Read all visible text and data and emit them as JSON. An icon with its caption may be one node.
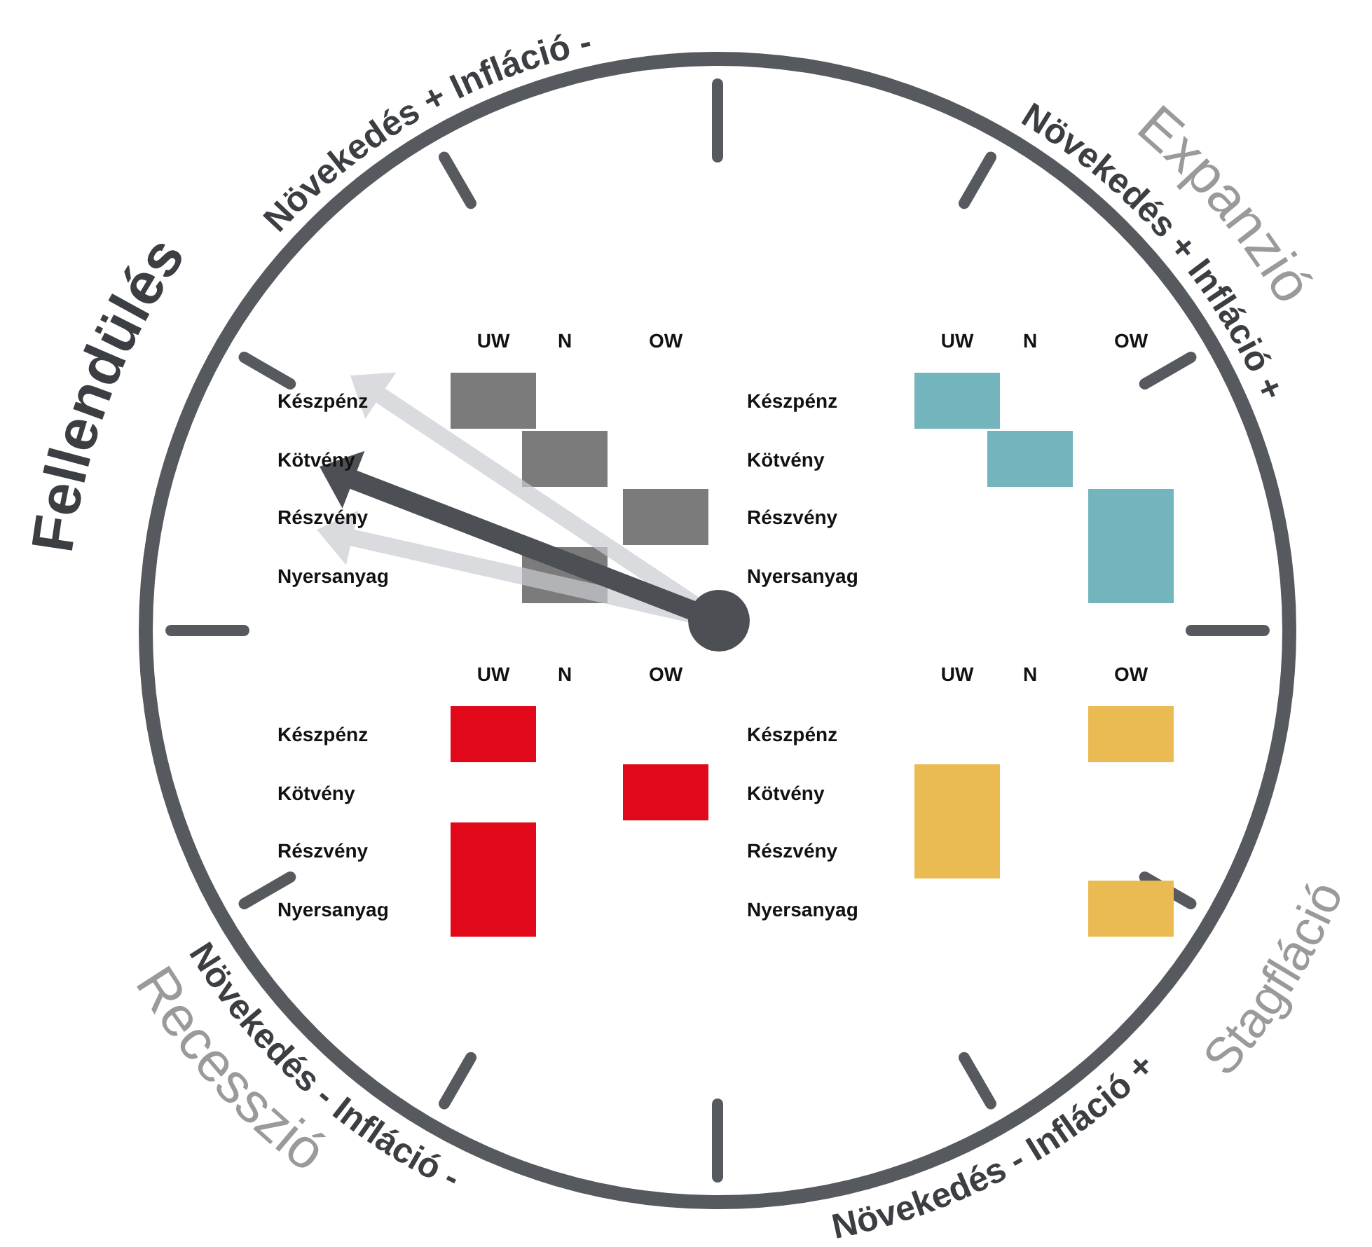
{
  "diagram": {
    "labels": [
      "Fellendülés",
      "Növekedés + Infláció -",
      "Növekedés + Infláció +",
      "Expanzió",
      "UW",
      "N",
      "OW",
      "Készpénz",
      "Kötvény",
      "Részvény",
      "Nyersanyag",
      "UW",
      "N",
      "OW",
      "Készpénz",
      "Kötvény",
      "Részvény",
      "Nyersanyag",
      "UW",
      "N",
      "OW",
      "Készpénz",
      "Kötvény",
      "Részvény",
      "Nyersanyag",
      "UW",
      "N",
      "OW",
      "Készpénz",
      "Kötvény",
      "Részvény",
      "Nyersanyag",
      "Növekedés - Infláció -",
      "Recesszió",
      "Növekedés - Infláció +",
      "Stagfláció"
    ]
  }
}
